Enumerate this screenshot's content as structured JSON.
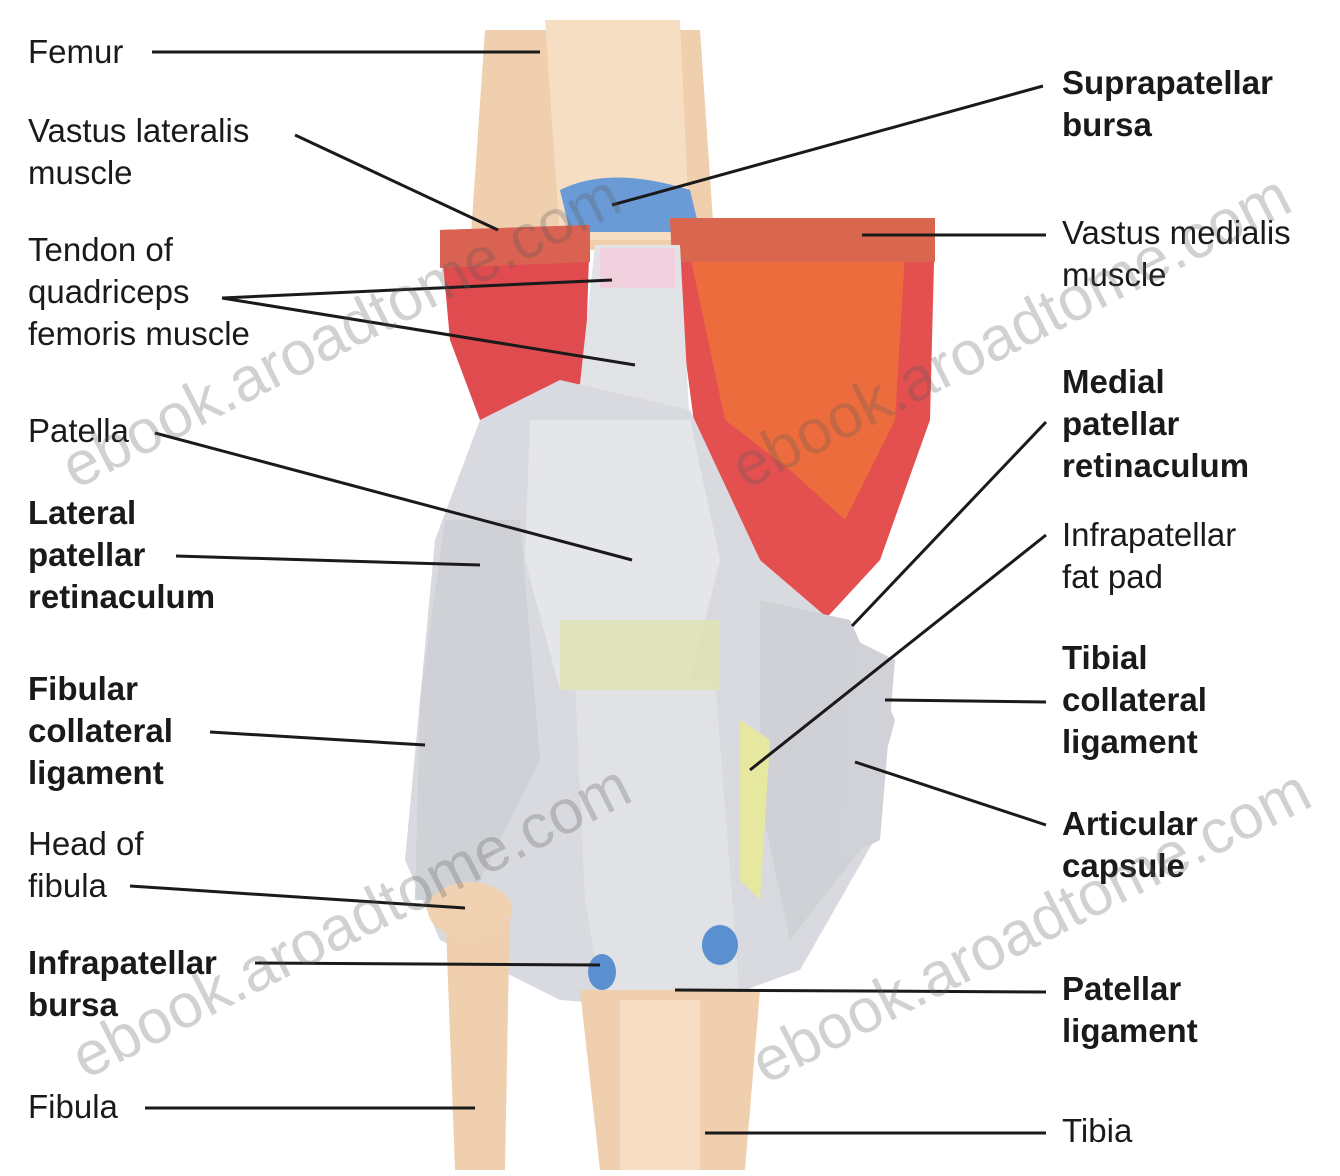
{
  "labels": {
    "femur": [
      "Femur"
    ],
    "vastus_lateralis": [
      "Vastus lateralis",
      "muscle"
    ],
    "tendon_quadriceps": [
      "Tendon of",
      "quadriceps",
      "femoris muscle"
    ],
    "patella": [
      "Patella"
    ],
    "lateral_retinaculum": [
      "Lateral",
      "patellar",
      "retinaculum"
    ],
    "fibular_collateral": [
      "Fibular",
      "collateral",
      "ligament"
    ],
    "head_fibula": [
      "Head of",
      "fibula"
    ],
    "infrapatellar_bursa": [
      "Infrapatellar",
      "bursa"
    ],
    "fibula": [
      "Fibula"
    ],
    "suprapatellar_bursa": [
      "Suprapatellar",
      "bursa"
    ],
    "vastus_medialis": [
      "Vastus medialis",
      "muscle"
    ],
    "medial_retinaculum": [
      "Medial",
      "patellar",
      "retinaculum"
    ],
    "infrapatellar_fat_pad": [
      "Infrapatellar",
      "fat pad"
    ],
    "tibial_collateral": [
      "Tibial",
      "collateral",
      "ligament"
    ],
    "articular_capsule": [
      "Articular",
      "capsule"
    ],
    "patellar_ligament": [
      "Patellar",
      "ligament"
    ],
    "tibia": [
      "Tibia"
    ]
  },
  "watermark": "ebook.aroadtome.com",
  "colors": {
    "bone": "#efcfae",
    "bone_light": "#f3dcc0",
    "muscle_red": "#e04b4f",
    "muscle_orange": "#ea6a3c",
    "ligament": "#dcdde0",
    "ligament_shadow": "#c7c9ce",
    "bursa_blue": "#5a8fd0",
    "fat_yellow": "#e2e7a0",
    "leader": "#1a1a1a"
  }
}
